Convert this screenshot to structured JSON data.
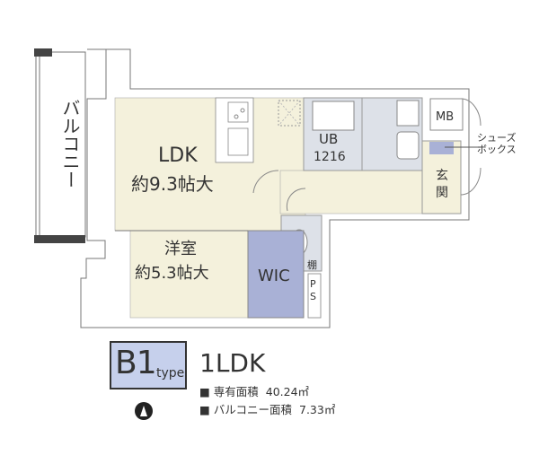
{
  "floor_plan": {
    "rooms": {
      "balcony": "バルコニー",
      "ldk_name": "LDK",
      "ldk_size": "約9.3帖大",
      "western_name": "洋室",
      "western_size": "約5.3帖大",
      "wic": "WIC",
      "ub": "UB",
      "ub_size": "1216",
      "mb": "MB",
      "shoes_box_1": "シューズ",
      "shoes_box_2": "ボックス",
      "entrance_1": "玄",
      "entrance_2": "関",
      "shelf": "棚",
      "ps_1": "P",
      "ps_2": "S"
    },
    "colors": {
      "floor": "#f4f1dc",
      "wet": "#dde1e8",
      "storage": "#a9b1d6",
      "wall": "#6a6a6a"
    }
  },
  "legend": {
    "type_code": "B1",
    "type_suffix": "type",
    "layout": "1LDK",
    "specs": [
      {
        "label": "■ 専有面積",
        "value": "40.24㎡"
      },
      {
        "label": "■ バルコニー面積",
        "value": "7.33㎡"
      }
    ],
    "north_icon": "north-arrow-icon"
  }
}
